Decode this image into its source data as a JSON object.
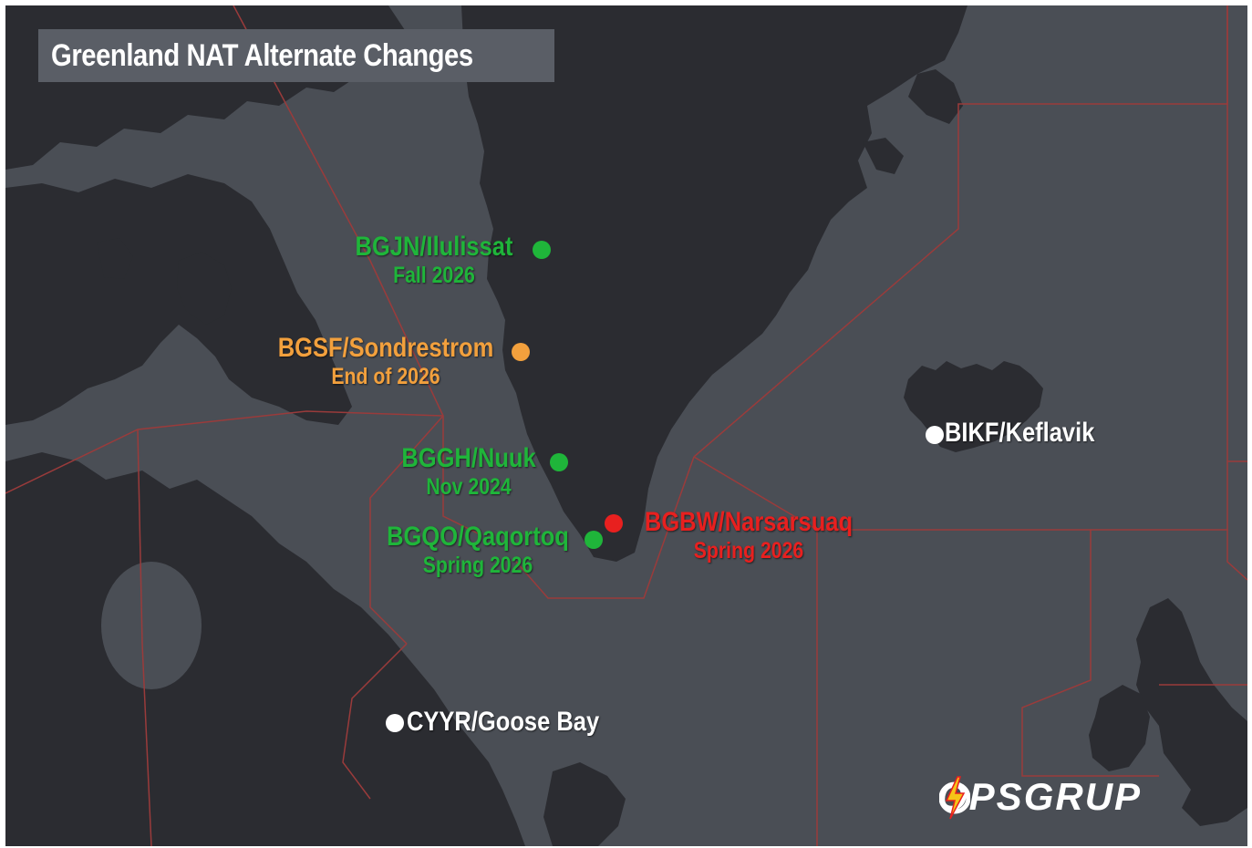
{
  "title": "Greenland NAT Alternate Changes",
  "colors": {
    "sea": "#4a4e55",
    "land": "#2b2c31",
    "fir_boundary": "#9a3b3b",
    "green": "#1fb53a",
    "orange": "#f2a03d",
    "red": "#e8201f",
    "white": "#ffffff",
    "bolt": "#f5c518"
  },
  "airports": [
    {
      "code": "BGJN/Ilulissat",
      "date": "Fall 2026",
      "status": "green"
    },
    {
      "code": "BGSF/Sondrestrom",
      "date": "End of 2026",
      "status": "orange"
    },
    {
      "code": "BGGH/Nuuk",
      "date": "Nov 2024",
      "status": "green"
    },
    {
      "code": "BGQO/Qaqortoq",
      "date": "Spring 2026",
      "status": "green"
    },
    {
      "code": "BGBW/Narsarsuaq",
      "date": "Spring 2026",
      "status": "red"
    },
    {
      "code": "BIKF/Keflavik",
      "status": "white"
    },
    {
      "code": "CYYR/Goose Bay",
      "status": "white"
    }
  ],
  "logo": {
    "left": "OPSGR",
    "icon": "lightning-bolt-icon",
    "right": "UP"
  }
}
